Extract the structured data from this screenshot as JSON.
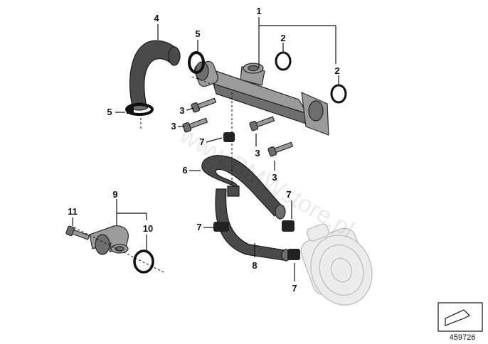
{
  "diagram": {
    "callouts": [
      "1",
      "2",
      "2",
      "3",
      "3",
      "3",
      "3",
      "4",
      "5",
      "5",
      "6",
      "7",
      "7",
      "7",
      "7",
      "8",
      "9",
      "10",
      "11"
    ],
    "watermark": "www.BMWstore.pl",
    "document_number": "459726"
  },
  "colors": {
    "hose": "#4a4a4a",
    "metal": "#9b9b9b",
    "ghost_part": "#ececec",
    "ink": "#111111"
  }
}
